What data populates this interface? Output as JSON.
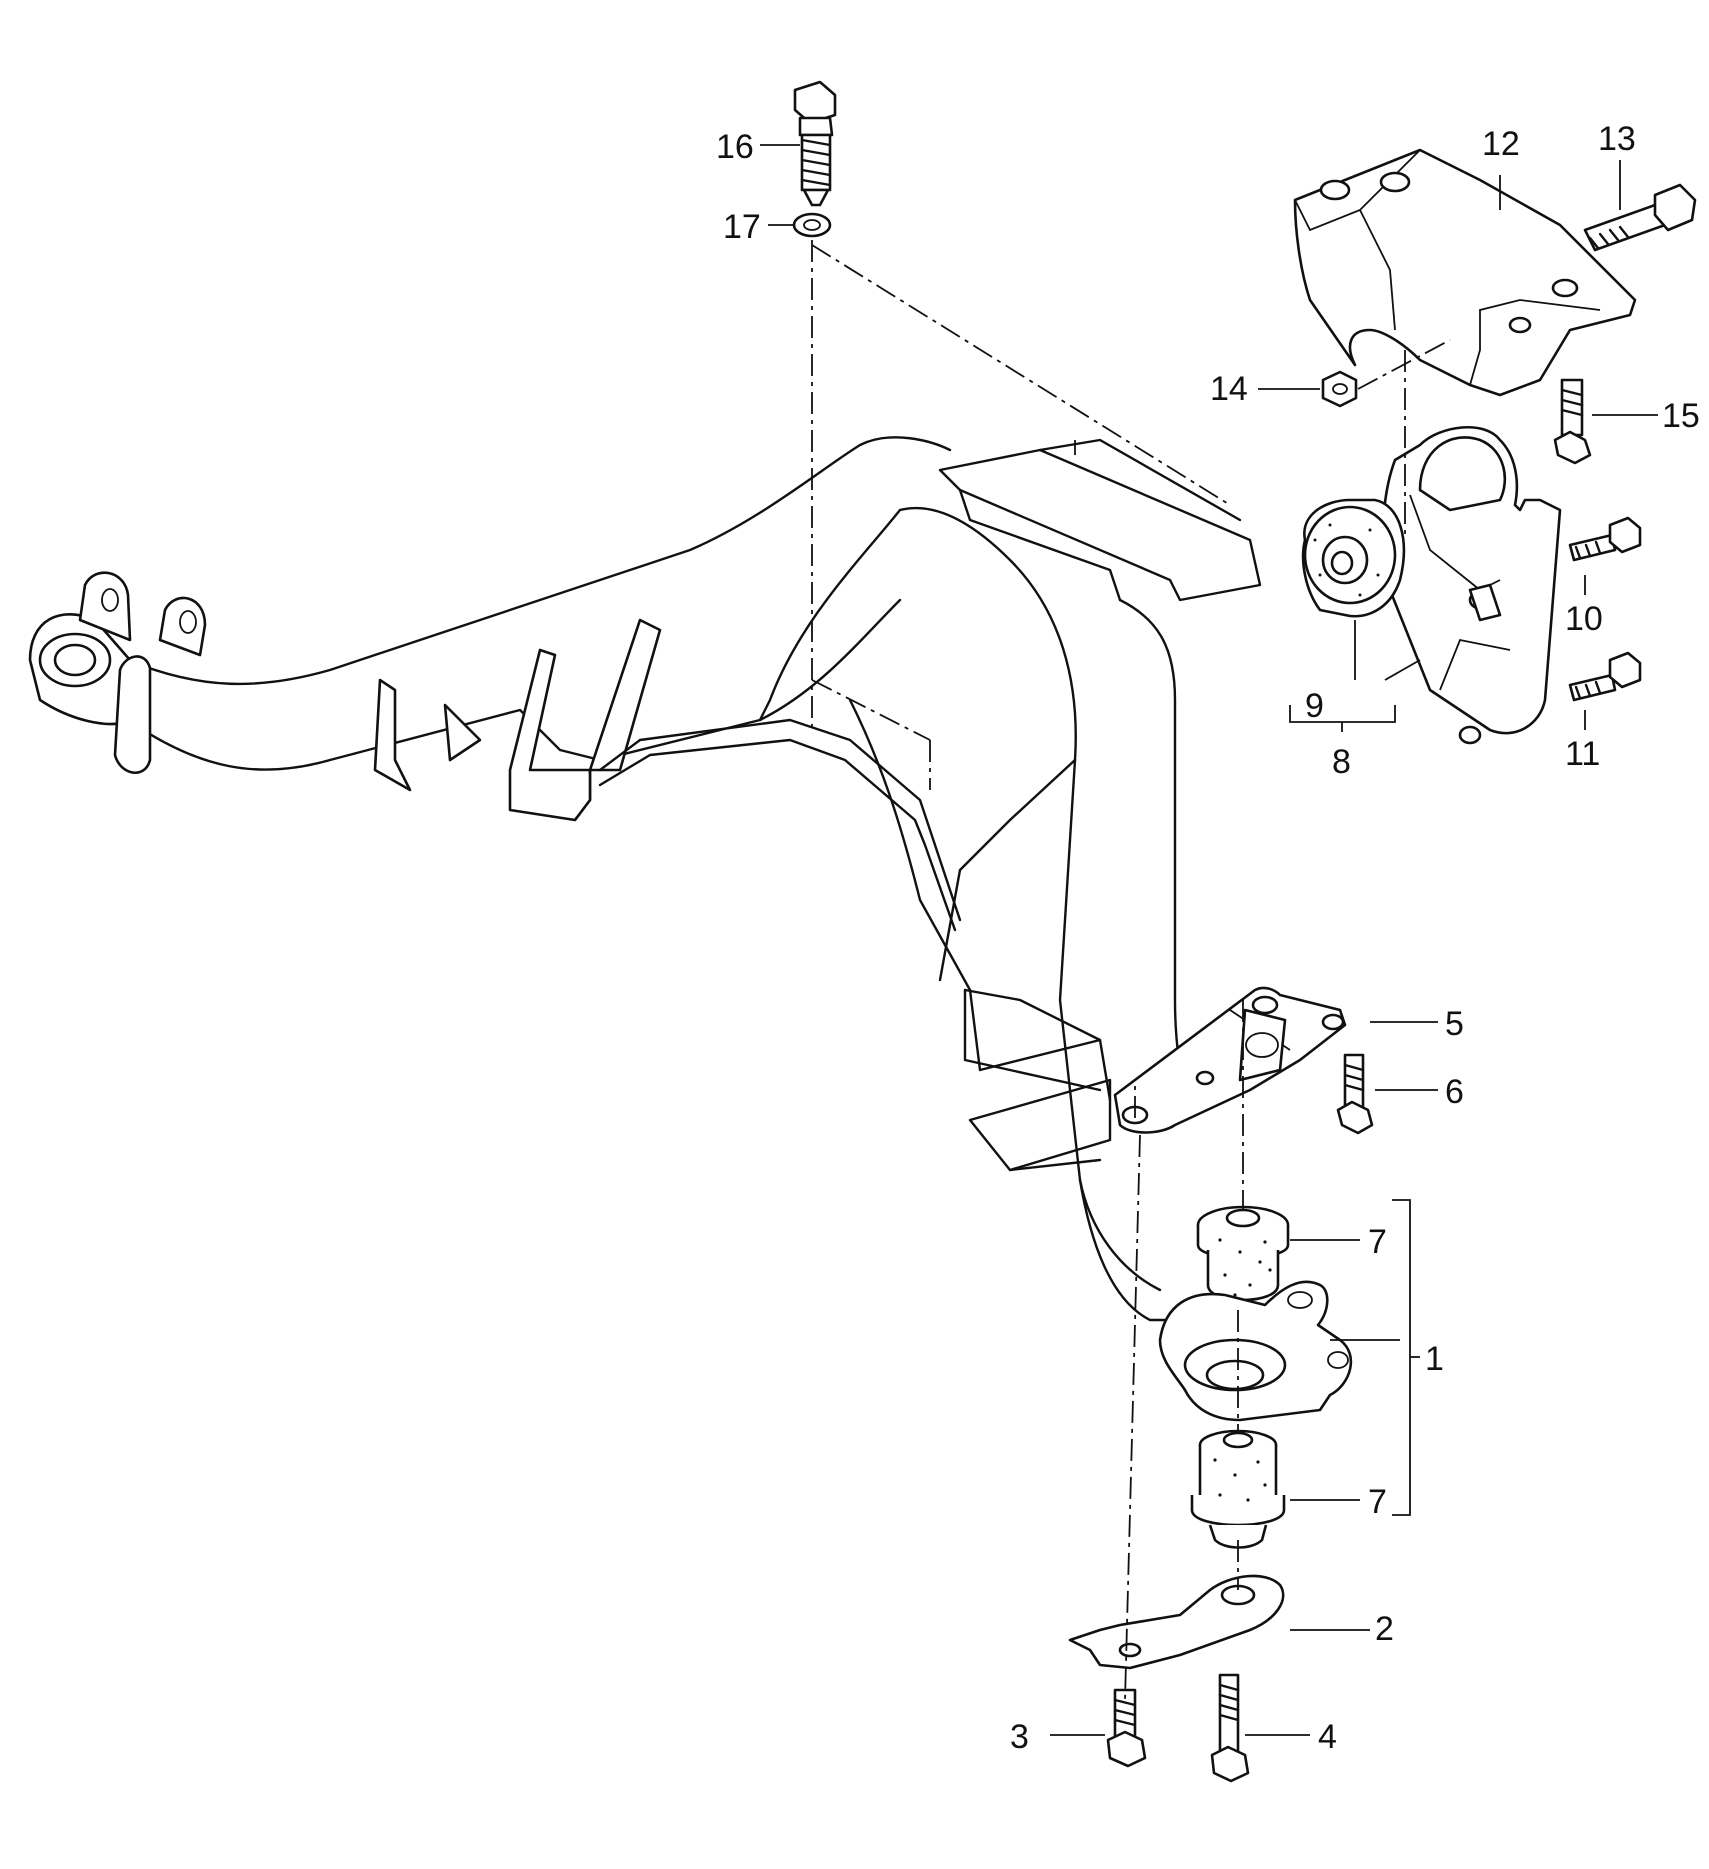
{
  "diagram": {
    "callouts": [
      {
        "id": "c1",
        "label": "1"
      },
      {
        "id": "c2",
        "label": "2"
      },
      {
        "id": "c3",
        "label": "3"
      },
      {
        "id": "c4",
        "label": "4"
      },
      {
        "id": "c5",
        "label": "5"
      },
      {
        "id": "c6",
        "label": "6"
      },
      {
        "id": "c7a",
        "label": "7"
      },
      {
        "id": "c7b",
        "label": "7"
      },
      {
        "id": "c8",
        "label": "8"
      },
      {
        "id": "c9",
        "label": "9"
      },
      {
        "id": "c10",
        "label": "10"
      },
      {
        "id": "c11",
        "label": "11"
      },
      {
        "id": "c12",
        "label": "12"
      },
      {
        "id": "c13",
        "label": "13"
      },
      {
        "id": "c14",
        "label": "14"
      },
      {
        "id": "c15",
        "label": "15"
      },
      {
        "id": "c16",
        "label": "16"
      },
      {
        "id": "c17",
        "label": "17"
      }
    ]
  }
}
